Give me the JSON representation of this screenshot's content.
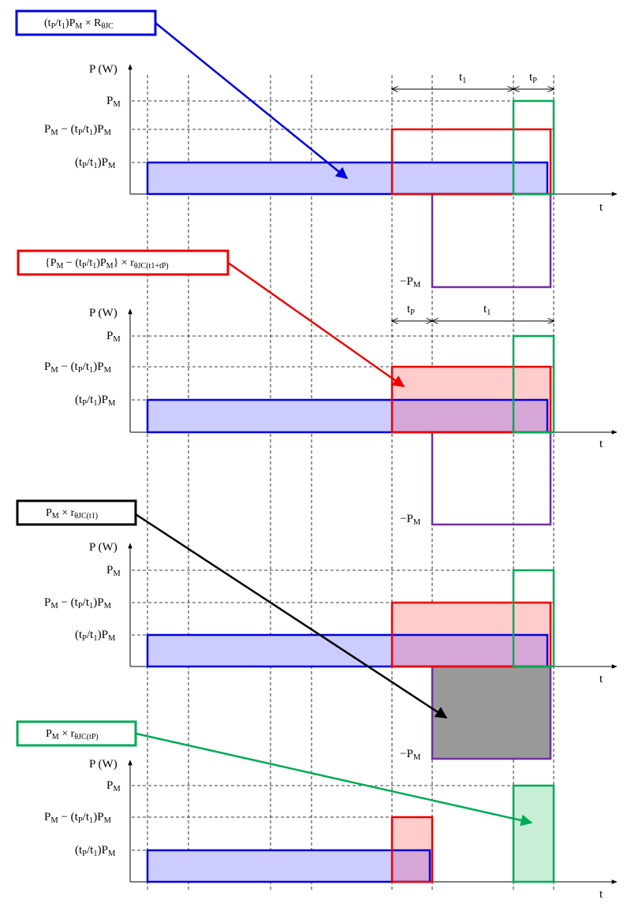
{
  "labels": {
    "p_axis": "P (W)",
    "t_axis": "t",
    "pm_main": "P",
    "pm_sub": "M",
    "neg_pm_main": "−P",
    "neg_pm_sub": "M",
    "diff_a": "P",
    "diff_b": "M",
    "diff_c": " − (t",
    "diff_d": "P",
    "diff_e": "/t",
    "diff_f": "1",
    "diff_g": ")P",
    "diff_h": "M",
    "ratio_a": "(t",
    "ratio_b": "P",
    "ratio_c": "/t",
    "ratio_d": "1",
    "ratio_e": ")P",
    "ratio_f": "M",
    "t1_main": "t",
    "t1_sub": "1",
    "tp_main": "t",
    "tp_sub": "P"
  },
  "callouts": {
    "c1": {
      "a": "(t",
      "b": "P",
      "c": "/t",
      "d": "1",
      "e": ")P",
      "f": "M",
      "g": " × R",
      "h": "θJC"
    },
    "c2": {
      "a": "{P",
      "b": "M",
      "c": " − (t",
      "d": "P",
      "e": "/t",
      "f": "1",
      "g": ")P",
      "h": "M",
      "i": "} × r",
      "j": "θJC(t1+tP)"
    },
    "c3": {
      "a": "P",
      "b": "M",
      "c": " × r",
      "d": "θJC(t1)"
    },
    "c4": {
      "a": "P",
      "b": "M",
      "c": " × r",
      "d": "θJC(tP)"
    }
  },
  "colors": {
    "blue": "#0000dd",
    "red": "#ee0000",
    "green": "#00aa55",
    "purple": "#7030a0",
    "black": "#000000",
    "blue_fill": "#ccccff",
    "red_fill": "#ffcccc",
    "mix_fill": "#d6a6d6",
    "gray_fill": "#999999",
    "green_fill": "#c8eed8"
  }
}
